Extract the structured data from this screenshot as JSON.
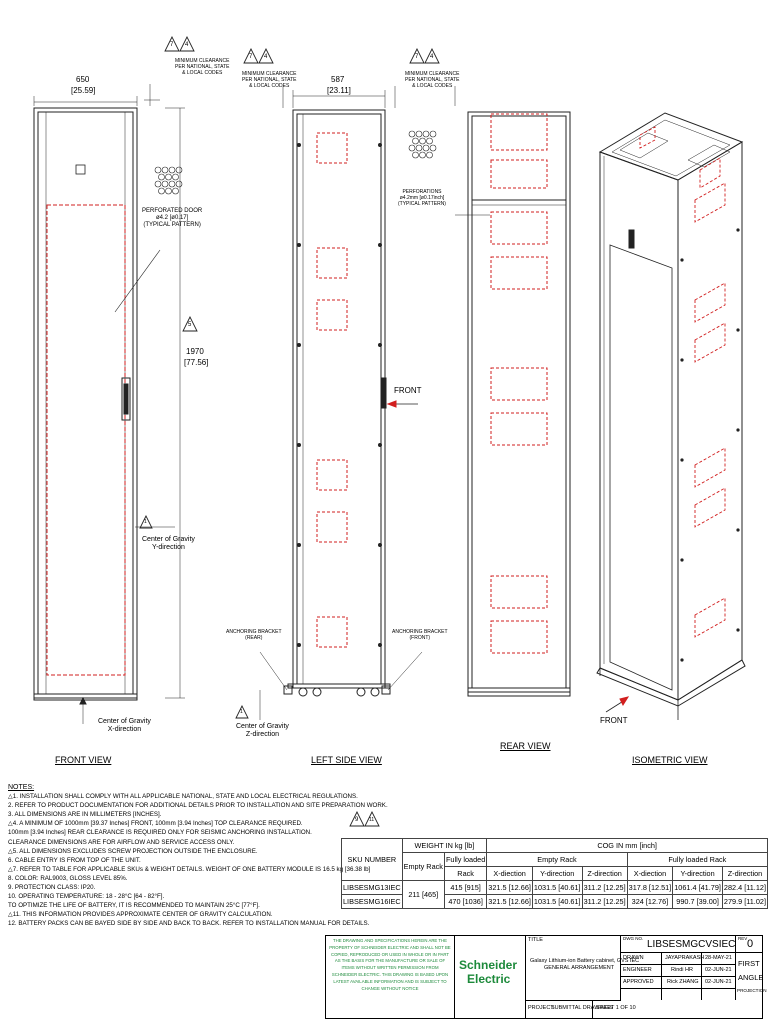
{
  "views": {
    "front": {
      "title": "FRONT VIEW",
      "width_mm": "650",
      "width_in": "[25.59]",
      "height_mm": "1970",
      "height_in": "[77.56]",
      "clearance_note_1": "MINIMUM CLEARANCE",
      "clearance_note_2": "PER NATIONAL, STATE",
      "clearance_note_3": "& LOCAL CODES",
      "door_note_1": "PERFORATED DOOR",
      "door_note_2": "ø4.2 [ø0.17]",
      "door_note_3": "(TYPICAL PATTERN)",
      "cog_y_1": "Center of Gravity",
      "cog_y_2": "Y-direction",
      "cog_x_1": "Center of Gravity",
      "cog_x_2": "X-direction"
    },
    "side": {
      "title": "LEFT SIDE VIEW",
      "depth_mm": "587",
      "depth_in": "[23.11]",
      "clearance_note_1": "MINIMUM CLEARANCE",
      "clearance_note_2": "PER NATIONAL, STATE",
      "clearance_note_3": "& LOCAL CODES",
      "front_label": "FRONT",
      "bracket_rear_1": "ANCHORING BRACKET",
      "bracket_rear_2": "(REAR)",
      "bracket_front_1": "ANCHORING BRACKET",
      "bracket_front_2": "(FRONT)",
      "cog_z_1": "Center of Gravity",
      "cog_z_2": "Z-direction"
    },
    "rear": {
      "title": "REAR VIEW",
      "clearance_note_1": "MINIMUM CLEARANCE",
      "clearance_note_2": "PER NATIONAL, STATE",
      "clearance_note_3": "& LOCAL CODES",
      "perf_1": "PERFORATIONS",
      "perf_2": "ø4.2mm [ø0.17inch]",
      "perf_3": "(TYPICAL PATTERN)"
    },
    "iso": {
      "title": "ISOMETRIC VIEW",
      "front_label": "FRONT"
    },
    "markers": {
      "tri_7": "7",
      "tri_4": "4",
      "tri_5": "5",
      "tri_1": "1"
    }
  },
  "notes": {
    "title": "NOTES:",
    "lines": [
      "△1. INSTALLATION SHALL COMPLY WITH ALL APPLICABLE NATIONAL, STATE AND LOCAL ELECTRICAL REGULATIONS.",
      "    2. REFER TO PRODUCT DOCUMENTATION FOR ADDITIONAL DETAILS PRIOR TO INSTALLATION AND SITE PREPARATION WORK.",
      "    3. ALL DIMENSIONS ARE IN MILLIMETERS [INCHES].",
      "△4. A MINIMUM OF 1000mm [39.37 Inches] FRONT, 100mm [3.94 Inches] TOP CLEARANCE REQUIRED.",
      "       100mm [3.94 Inches] REAR CLEARANCE IS REQUIRED ONLY FOR SEISMIC ANCHORING INSTALLATION.",
      "       CLEARANCE DIMENSIONS ARE FOR AIRFLOW AND SERVICE ACCESS ONLY.",
      "△5. ALL DIMENSIONS EXCLUDES SCREW PROJECTION OUTSIDE THE ENCLOSURE.",
      "    6. CABLE ENTRY IS FROM TOP OF THE UNIT.",
      "△7. REFER TO TABLE FOR APPLICABLE SKUs & WEIGHT DETAILS. WEIGHT OF ONE BATTERY MODULE IS 16.5 kg [36.38 lb]",
      "    8. COLOR: RAL9003, GLOSS LEVEL 85%.",
      "    9. PROTECTION CLASS: IP20.",
      "  10. OPERATING TEMPERATURE:  18 - 28°C [64 - 82°F].",
      "       TO OPTIMIZE THE LIFE OF BATTERY, IT IS RECOMMENDED TO MAINTAIN 25°C  [77°F].",
      "△11. THIS INFORMATION PROVIDES APPROXIMATE CENTER OF GRAVITY CALCULATION.",
      "  12. BATTERY PACKS CAN BE BAYED SIDE BY SIDE AND BACK TO BACK. REFER TO INSTALLATION MANUAL FOR DETAILS."
    ]
  },
  "table": {
    "markers": [
      "9",
      "11"
    ],
    "h_sku": "SKU NUMBER",
    "h_weight": "WEIGHT IN kg [lb]",
    "h_cog": "COG IN mm [inch]",
    "h_empty": "Empty Rack",
    "h_full_1": "Fully loaded",
    "h_full_2": "Rack",
    "h_empty_rack": "Empty Rack",
    "h_full_rack": "Fully loaded Rack",
    "h_x": "X-diection",
    "h_y": "Y-direction",
    "h_z": "Z-direction",
    "rows": [
      {
        "sku": "LIBSESMG13IEC",
        "empty": "211 [465]",
        "full": "415 [915]",
        "ex": "321.5 [12.66]",
        "ey": "1031.5 [40.61]",
        "ez": "311.2 [12.25]",
        "fx": "317.8 [12.51]",
        "fy": "1061.4 [41.79]",
        "fz": "282.4 [11.12]"
      },
      {
        "sku": "LIBSESMG16IEC",
        "empty": "211 [465]",
        "full": "470 [1036]",
        "ex": "321.5 [12.66]",
        "ey": "1031.5 [40.61]",
        "ez": "311.2 [12.25]",
        "fx": "324 [12.76]",
        "fy": "990.7 [39.00]",
        "fz": "279.9 [11.02]"
      }
    ]
  },
  "title_block": {
    "disclaimer": "THE DRAWING AND SPECIFICATIONS HEREIN ARE THE PROPERTY OF SCHNEIDER ELECTRIC AND SHALL NOT BE COPIED, REPRODUCED OR USED IN WHOLE OR IN PART AS THE BASIS FOR THE MANUFACTURE OR SALE OF ITEMS WITHOUT WRITTEN PERMISSION FROM SCHNEIDER ELECTRIC. THIS DRAWING IS BASED UPON LATEST AVAILABLE INFORMATION AND IS SUBJECT TO CHANGE WITHOUT NOTICE",
    "brand_1": "Schneider",
    "brand_2": "Electric",
    "title_label": "TITLE",
    "title_1": "Galaxy Lithium-ion Battery cabinet, GVS IEC",
    "title_2": "GENERAL ARRANGEMENT",
    "project_label": "PROJECT:",
    "project": "SUBMITTAL DRAWINGS",
    "sheet": "SHEET 1 OF 10",
    "dwg_label": "DWG NO.",
    "dwg_no": "LIBSESMGCVSIEC",
    "rev_label": "REV",
    "rev": "0",
    "drawn_label": "DRAWN",
    "drawn": "JAYAPRAKASH",
    "drawn_date": "28-MAY-21",
    "engr_label": "ENGINEER",
    "engr": "Rindi HR",
    "engr_date": "02-JUN-21",
    "appr_label": "APPROVED",
    "appr": "Rick ZHANG",
    "appr_date": "02-JUN-21",
    "angle_1": "FIRST",
    "angle_2": "ANGLE",
    "angle_3": "PROJECTION"
  },
  "colors": {
    "line": "#222222",
    "dash": "#d21f1f",
    "green": "#1d8a3b"
  }
}
